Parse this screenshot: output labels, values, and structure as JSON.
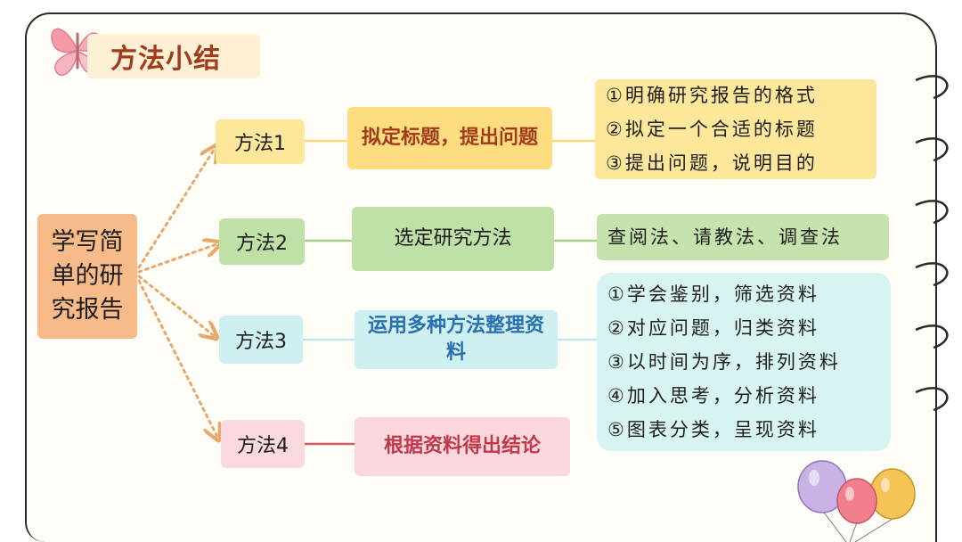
{
  "title": "方法小结",
  "root": "学写简单的研究报告",
  "methods": [
    {
      "label": "方法1",
      "topic": "拟定标题，提出问题",
      "details": [
        "①明确研究报告的格式",
        "②拟定一个合适的标题",
        "③提出问题，说明目的"
      ]
    },
    {
      "label": "方法2",
      "topic": "选定研究方法",
      "details": [
        "查阅法、请教法、调查法"
      ]
    },
    {
      "label": "方法3",
      "topic": "运用多种方法整理资料",
      "details": [
        "①学会鉴别，筛选资料",
        "②对应问题，归类资料",
        "③以时间为序，排列资料",
        "④加入思考，分析资料",
        "⑤图表分类，呈现资料"
      ]
    },
    {
      "label": "方法4",
      "topic": "根据资料得出结论",
      "details": []
    }
  ],
  "colors": {
    "title_text": "#a23a1c",
    "root": "#f6bb88",
    "method1": "#fde79a",
    "method2": "#bfe0a6",
    "method3": "#cff0f0",
    "method4": "#fadadf",
    "topic1_text": "#a23a1c",
    "topic2_text": "#1d1d1d",
    "topic3_text": "#2a6fb0",
    "topic4_text": "#c0394b",
    "arrow": "#e8a86a"
  },
  "icons": [
    "butterfly-icon",
    "balloons-icon",
    "notebook-rings-icon"
  ]
}
